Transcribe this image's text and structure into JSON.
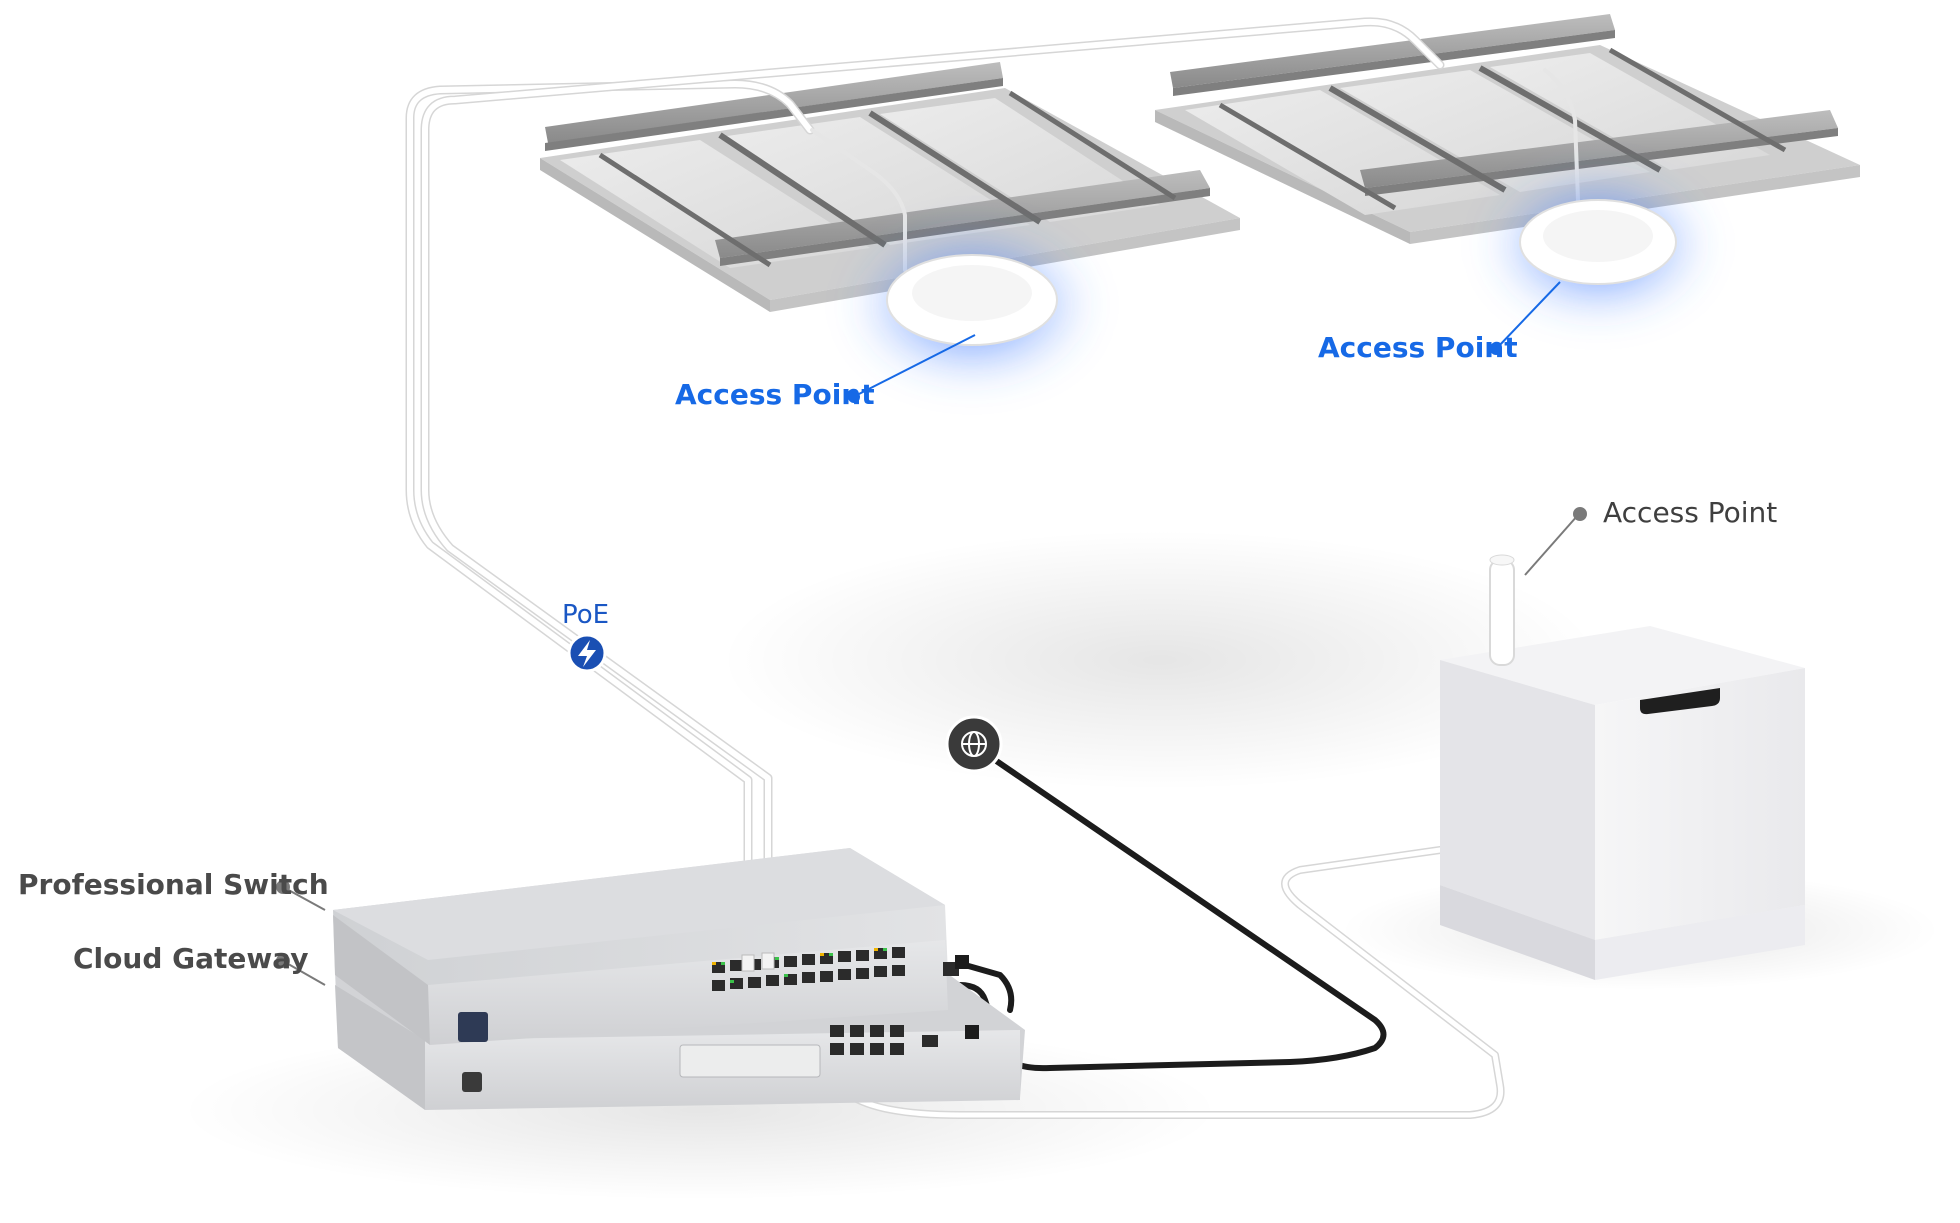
{
  "labels": {
    "access_point_left": "Access Point",
    "access_point_right": "Access Point",
    "access_point_cabinet": "Access Point",
    "poe": "PoE",
    "professional_switch": "Professional Switch",
    "cloud_gateway": "Cloud Gateway"
  },
  "icons": {
    "poe": "lightning-icon",
    "internet": "globe-icon"
  },
  "colors": {
    "accent_blue": "#1669e6",
    "poe_badge": "#1a4fb3",
    "label_gray": "#4a4a4a",
    "cable_white": "#ffffff",
    "cable_black": "#1c1c1c",
    "port_amber": "#f0b400",
    "port_green": "#3bc24a",
    "ap_glow": "#2f6cff"
  }
}
